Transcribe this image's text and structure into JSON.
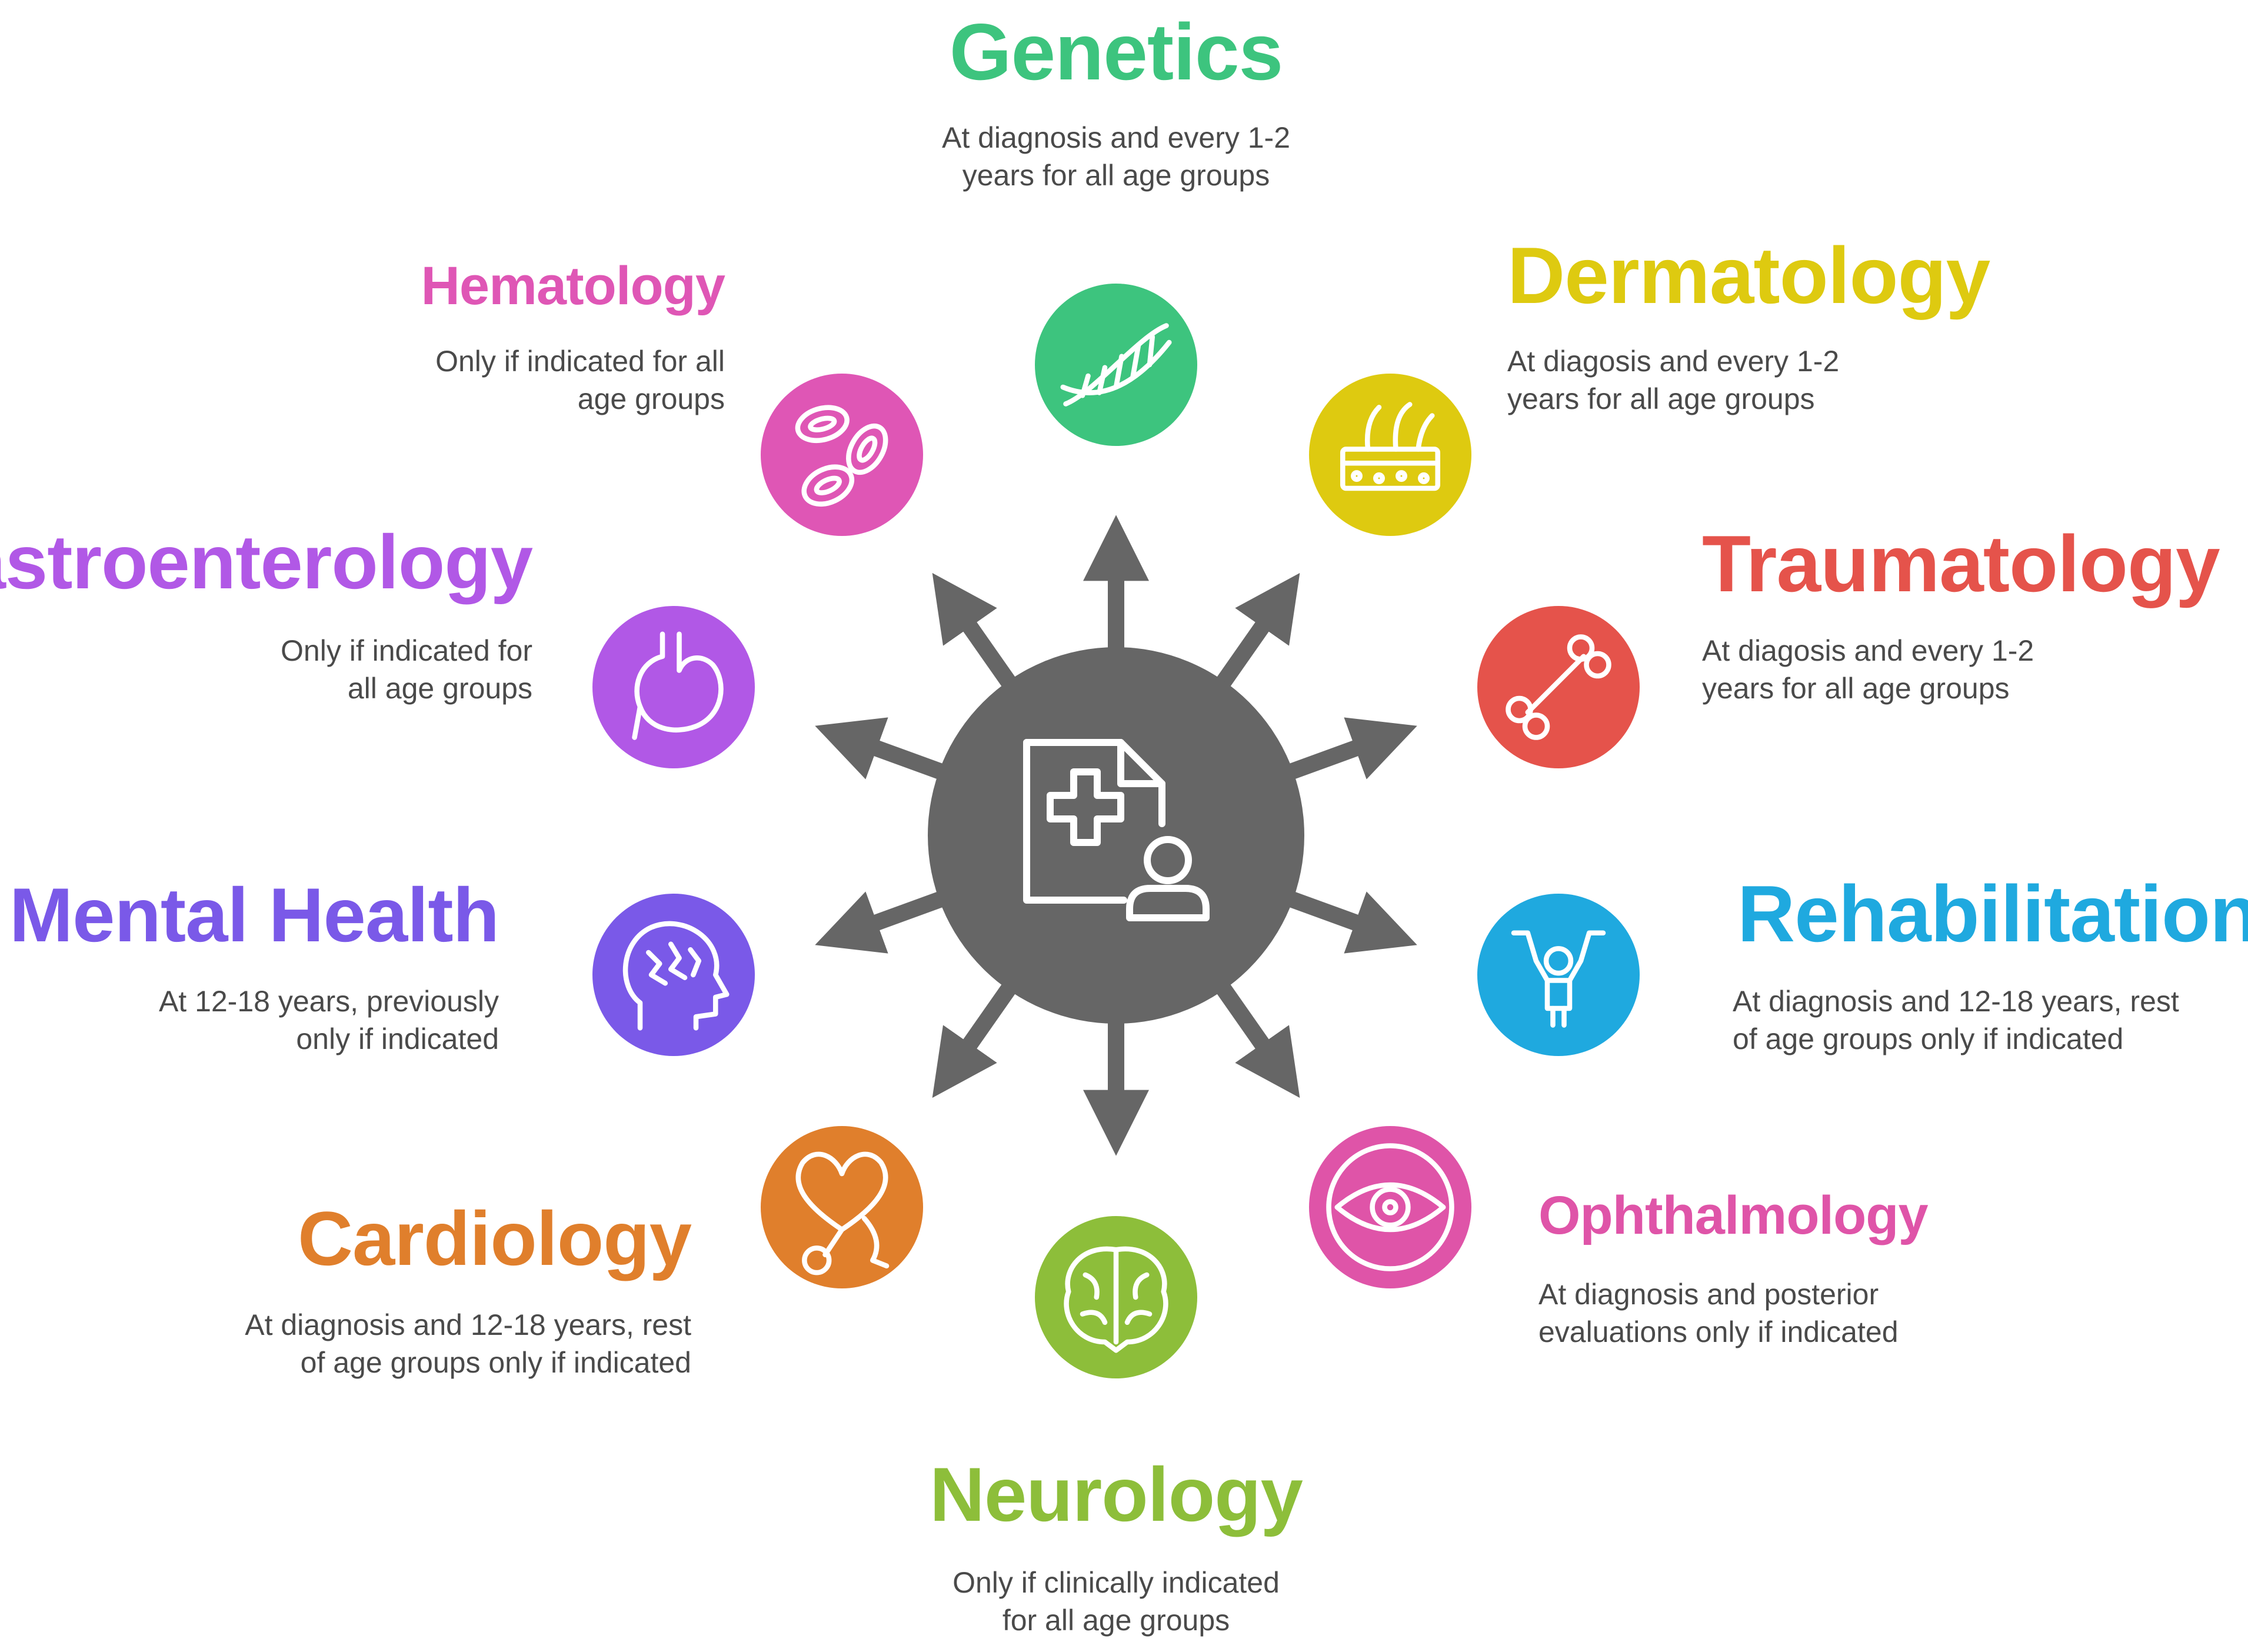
{
  "colors": {
    "hub": "#666666",
    "text": "#4a4a4a"
  },
  "hub": {
    "icon": "medical-record-patient-icon"
  },
  "specialties": [
    {
      "key": "genetics",
      "title": "Genetics",
      "desc": "At diagnosis and  every 1-2\nyears for all age groups",
      "color": "#3DC47E",
      "icon": "dna-icon"
    },
    {
      "key": "dermatology",
      "title": "Dermatology",
      "desc": "At diagosis and  every 1-2\nyears for all age groups",
      "color": "#DECA10",
      "icon": "skin-layers-icon"
    },
    {
      "key": "traumatology",
      "title": "Traumatology",
      "desc": "At diagosis and  every 1-2\nyears for all age groups",
      "color": "#E5534B",
      "icon": "bone-icon"
    },
    {
      "key": "rehabilitation",
      "title": "Rehabilitation",
      "desc": "At diagnosis and 12-18 years, rest\nof age groups only if indicated",
      "color": "#1FA9DF",
      "icon": "exercise-icon"
    },
    {
      "key": "ophthalmology",
      "title": "Ophthalmology",
      "desc": "At diagnosis and posterior\nevaluations only if indicated",
      "color": "#DF54A8",
      "icon": "eye-icon"
    },
    {
      "key": "neurology",
      "title": "Neurology",
      "desc": "Only if clinically indicated\nfor all age groups",
      "color": "#8DBE3A",
      "icon": "brain-icon"
    },
    {
      "key": "cardiology",
      "title": "Cardiology",
      "desc": "At diagnosis and 12-18 years, rest\nof age groups only if indicated",
      "color": "#E07F2C",
      "icon": "heart-stethoscope-icon"
    },
    {
      "key": "mental_health",
      "title": "Mental Health",
      "desc": "At 12-18 years, previously\nonly if indicated",
      "color": "#7A59E8",
      "icon": "head-stress-icon"
    },
    {
      "key": "gastroenterology",
      "title": "Gastroenterology",
      "desc": "Only if indicated for\nall age groups",
      "color": "#B158E6",
      "icon": "stomach-icon"
    },
    {
      "key": "hematology",
      "title": "Hematology",
      "desc": "Only if indicated for all\nage groups",
      "color": "#DF56B5",
      "icon": "blood-cells-icon"
    }
  ]
}
